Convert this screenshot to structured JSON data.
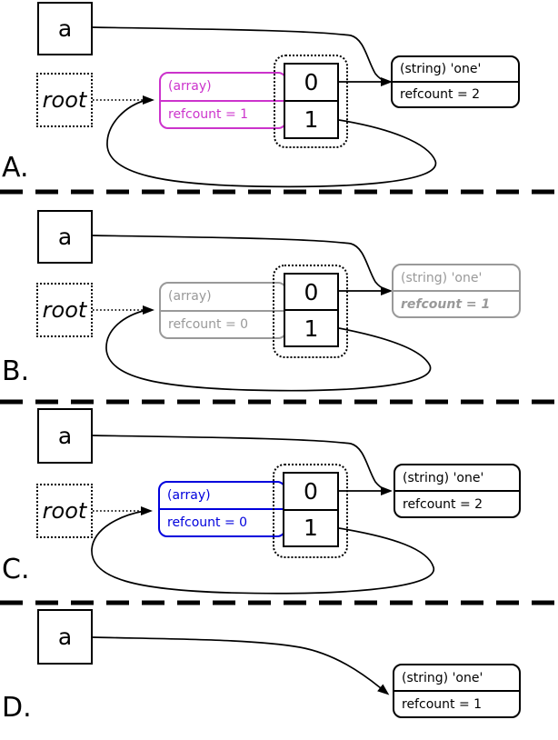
{
  "colors": {
    "highlight_magenta": "#cc33cc",
    "highlight_blue": "#0000dd",
    "inactive_gray": "#999999",
    "ink": "#000000"
  },
  "panels": [
    {
      "label": "A.",
      "var_box": {
        "label": "a"
      },
      "root_box": {
        "label": "root"
      },
      "array_box": {
        "type": "(array)",
        "refcount": "refcount = 1",
        "color": "#cc33cc"
      },
      "cells": {
        "items": [
          "0",
          "1"
        ]
      },
      "string_box": {
        "type": "(string) 'one'",
        "refcount": "refcount = 2",
        "color": "#000000"
      }
    },
    {
      "label": "B.",
      "var_box": {
        "label": "a"
      },
      "root_box": {
        "label": "root"
      },
      "array_box": {
        "type": "(array)",
        "refcount": "refcount = 0",
        "color": "#999999"
      },
      "cells": {
        "items": [
          "0",
          "1"
        ]
      },
      "string_box": {
        "type": "(string) 'one'",
        "refcount": "refcount = 1",
        "color": "#999999"
      }
    },
    {
      "label": "C.",
      "var_box": {
        "label": "a"
      },
      "root_box": {
        "label": "root"
      },
      "array_box": {
        "type": "(array)",
        "refcount": "refcount = 0",
        "color": "#0000dd"
      },
      "cells": {
        "items": [
          "0",
          "1"
        ]
      },
      "string_box": {
        "type": "(string) 'one'",
        "refcount": "refcount = 2",
        "color": "#000000"
      }
    },
    {
      "label": "D.",
      "var_box": {
        "label": "a"
      },
      "string_box": {
        "type": "(string) 'one'",
        "refcount": "refcount = 1",
        "color": "#000000"
      }
    }
  ]
}
